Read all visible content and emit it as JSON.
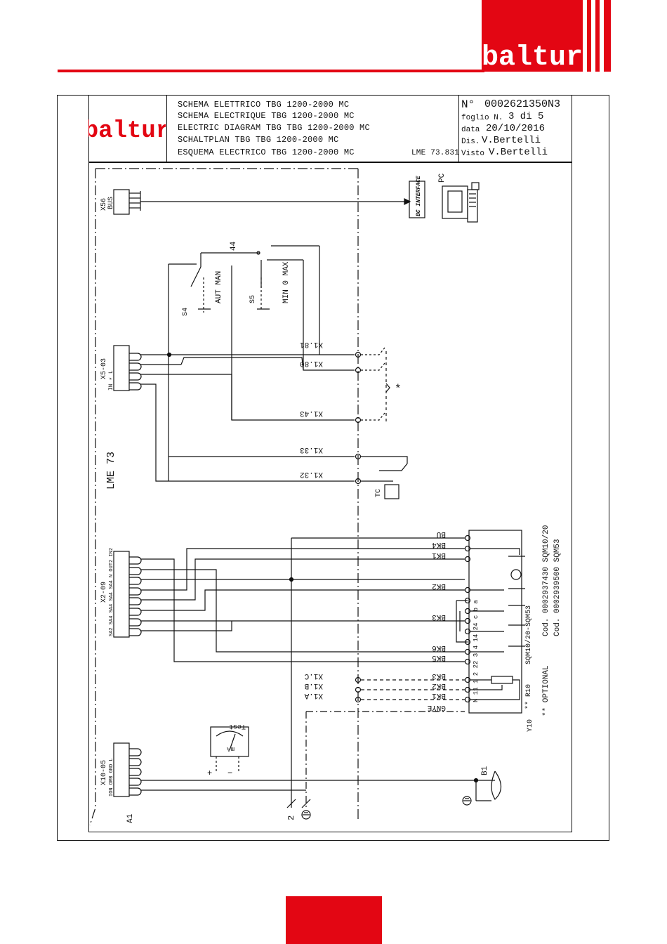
{
  "brand": {
    "name": "baltur",
    "color": "#e30613"
  },
  "title_block": {
    "lines": [
      "SCHEMA ELETTRICO TBG 1200-2000 MC",
      "SCHEMA ELECTRIQUE TBG 1200-2000 MC",
      "ELECTRIC DIAGRAM TBG TBG 1200-2000 MC",
      "SCHALTPLAN TBG TBG 1200-2000 MC",
      "ESQUEMA ELECTRICO TBG 1200-2000 MC"
    ],
    "lme_code": "LME 73.831",
    "number_label": "N°",
    "number": "0002621350N3",
    "sheet_label": "foglio N.",
    "sheet": "3 di 5",
    "date_label": "data",
    "date": "20/10/2016",
    "drawn_label": "Dis.",
    "drawn_by": "V.Bertelli",
    "checked_label": "Visto",
    "checked_by": "V.Bertelli"
  },
  "diagram": {
    "controller": "LME 73",
    "unit": "A1",
    "connectors": {
      "x56": "X56",
      "bus": "BUS",
      "x5": "X5-03",
      "x5_pins": "IN   ⚡  L",
      "x2": "X2-09",
      "x2_pins": "SA2 SA4 SA4 SA4 SA4 N  OUT2 IN2",
      "x10": "X10-05",
      "x10_pins": "ION ORB GND L"
    },
    "pc_label": "PC",
    "bc_interface": "BC INTERFACE",
    "wire_44": "44",
    "switches": {
      "s4": "S4",
      "s4_label": "AUT MAN",
      "s5": "S5",
      "s5_label": "MIN 0 MAX"
    },
    "terminals": [
      "X1.81",
      "X1.80",
      "X1.43",
      "X1.33",
      "X1.32",
      "X1.C",
      "X1.B",
      "X1.A"
    ],
    "tc_label": "TC",
    "asterisk": "*",
    "wires": [
      "BU",
      "BK4",
      "BK1",
      "BK2",
      "BK3",
      "BK6",
      "BK5",
      "BK3",
      "BK2",
      "BK1",
      "GNYE"
    ],
    "actuator_terms": "N  11 1  2  22 3  4  14 24 c  b  a",
    "actuator_model": "SQM10/20-SQM53",
    "codes": [
      "Cod. 0002937430 SQM10/20",
      "Cod. 0002939500 SQM53"
    ],
    "optional_r10": "** R10",
    "optional": "** OPTIONAL",
    "y10": "Y10",
    "test_label": "Test",
    "meter_unit": "mA",
    "plus": "+",
    "minus": "−",
    "b1": "B1",
    "earth_num": "2"
  }
}
